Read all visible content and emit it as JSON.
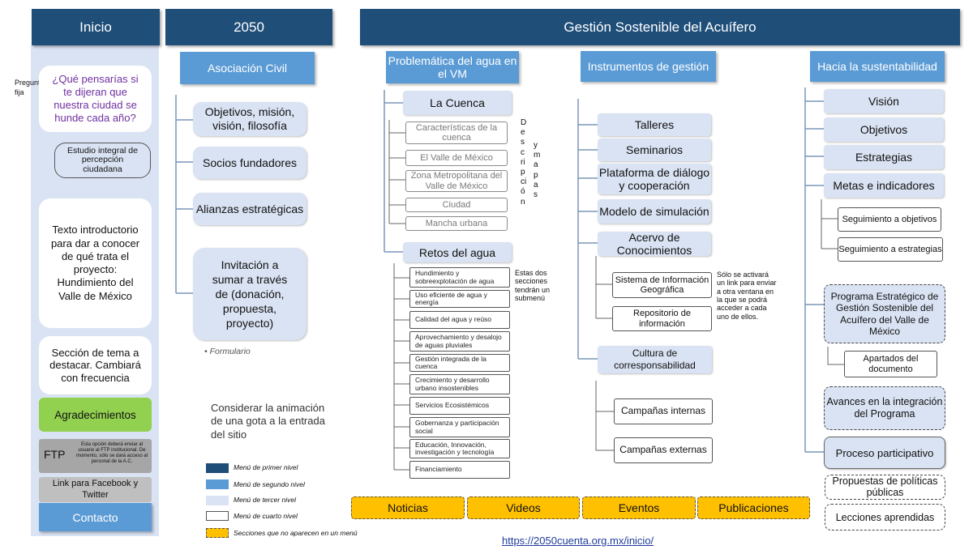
{
  "col_inicio": {
    "header": "Inicio",
    "pregunta_note": "Pregunta fija",
    "question": "¿Qué pensarías si te dijeran que nuestra ciudad se hunde cada año?",
    "estudio": "Estudio integral de percepción ciudadana",
    "intro": "Texto introductorio para dar a conocer de qué trata el proyecto: Hundimiento del Valle de México",
    "seccion": "Sección de tema a destacar. Cambiará con frecuencia",
    "agradecimientos": "Agradecimientos",
    "ftp": "FTP",
    "ftp_note": "Esta opción deberá enviar al usuario al FTP institucional. De momento, sólo se dará acceso al personal de la A.C.",
    "link_social": "Link para Facebook y Twitter",
    "contacto": "Contacto"
  },
  "col_2050": {
    "header": "2050",
    "asociacion": "Asociación Civil",
    "items": [
      "Objetivos, misión, visión, filosofía",
      "Socios fundadores",
      "Alianzas estratégicas",
      "Invitación a sumar a través de (donación, propuesta, proyecto)"
    ],
    "formulario": "Formulario",
    "animacion": "Considerar la animación de una gota a la entrada del sitio"
  },
  "legend": {
    "items": [
      "Menú de primer nivel",
      "Menú de segundo nivel",
      "Menú de tercer nivel",
      "Menú de cuarto nivel",
      "Secciones que no aparecen en un menú"
    ],
    "colors": [
      "#1f4e79",
      "#5b9bd5",
      "#dae3f3",
      "#ffffff",
      "#ffc000"
    ]
  },
  "col_gestion": {
    "header": "Gestión Sostenible del Acuífero",
    "problematica": {
      "title": "Problemática del agua en el VM",
      "cuenca": "La Cuenca",
      "cuenca_items": [
        "Características de la cuenca",
        "El Valle de México",
        "Zona Metropolitana del Valle de México",
        "Ciudad",
        "Mancha urbana"
      ],
      "vertical_left": "Descripción",
      "vertical_right": "y mapas",
      "retos": "Retos del agua",
      "retos_items": [
        "Hundimiento y sobreexplotación de agua",
        "Uso eficiente de agua y energía",
        "Calidad del agua y reúso",
        "Aprovechamiento y desalojo de aguas pluviales",
        "Gestión integrada de la cuenca",
        "Crecimiento y desarrollo urbano insostenibles",
        "Servicios Ecosistémicos",
        "Gobernanza y participación social",
        "Educación, Innovación, investigación y tecnología",
        "Financiamiento"
      ],
      "retos_note": "Estas dos secciones tendrán un submenú"
    },
    "instrumentos": {
      "title": "Instrumentos de gestión",
      "items": [
        "Talleres",
        "Seminarios",
        "Plataforma de diálogo y cooperación",
        "Modelo de simulación",
        "Acervo de Conocimientos"
      ],
      "acervo_items": [
        "Sistema de Información Geográfica",
        "Repositorio de información"
      ],
      "acervo_note": "Sólo se activará un link para enviar a otra ventana en la que se podrá acceder a cada uno de ellos.",
      "cultura": "Cultura de corresponsabilidad",
      "cultura_items": [
        "Campañas internas",
        "Campañas externas"
      ]
    },
    "sustentabilidad": {
      "title": "Hacia la sustentabilidad",
      "items": [
        "Visión",
        "Objetivos",
        "Estrategias",
        "Metas e indicadores"
      ],
      "metas_items": [
        "Seguimiento a objetivos",
        "Seguimiento a estrategias"
      ],
      "programa": "Programa Estratégico de Gestión Sostenible del Acuífero del Valle de México",
      "apartados": "Apartados del documento",
      "avances": "Avances en la integración del Programa",
      "proceso": "Proceso participativo",
      "propuestas": "Propuestas de políticas públicas",
      "lecciones": "Lecciones aprendidas"
    },
    "bottom_sections": [
      "Noticias",
      "Videos",
      "Eventos",
      "Publicaciones"
    ],
    "url": "https://2050cuenta.org.mx/inicio/"
  }
}
